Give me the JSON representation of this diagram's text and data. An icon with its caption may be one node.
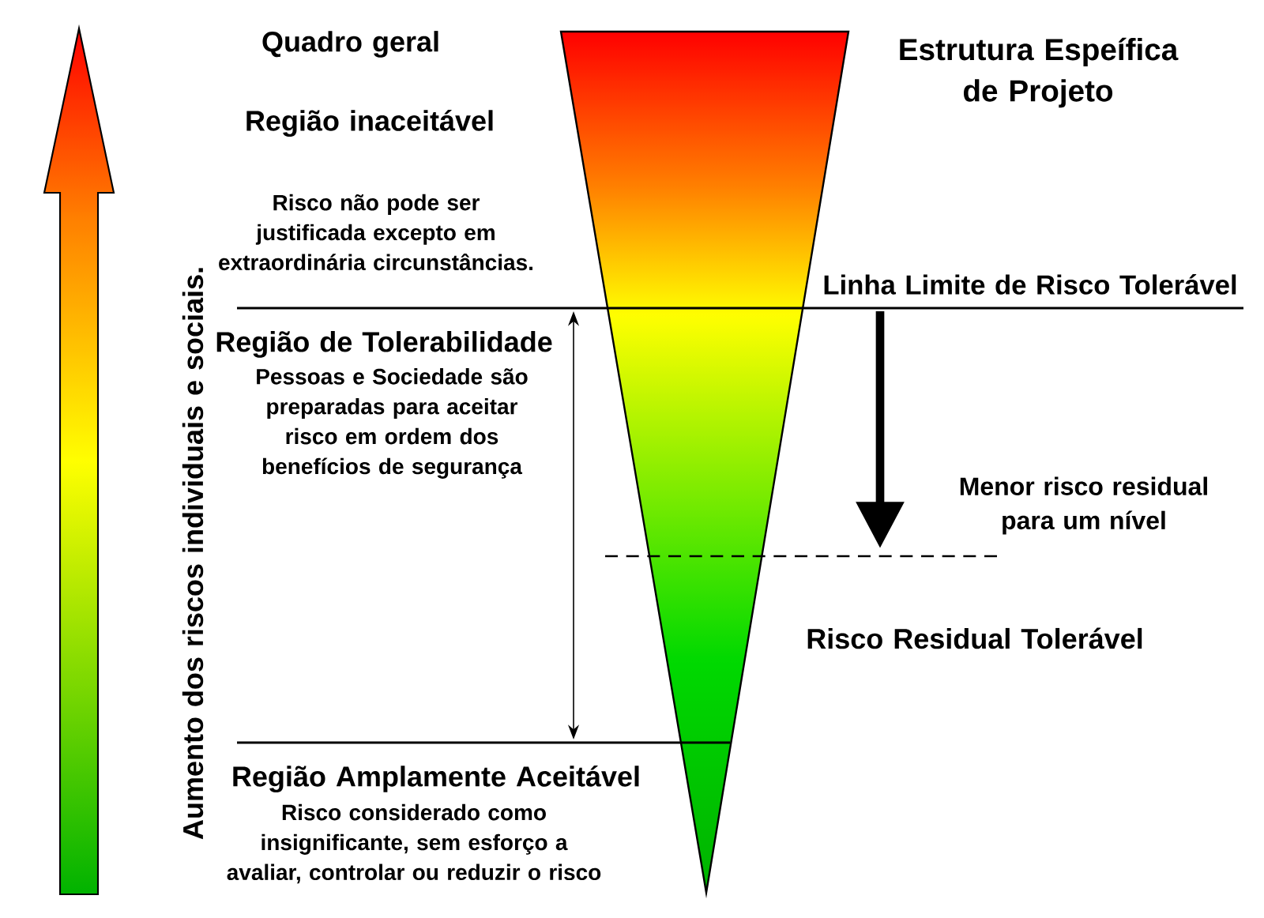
{
  "diagram": {
    "labels": [
      "Quadro geral",
      "Estrutura Espeífica de Projeto",
      "Região inaceitável",
      "Risco não pode ser justificada excepto em extraordinária circunstâncias.",
      "Linha Limite de Risco Tolerável",
      "Região de Tolerabilidade",
      "Pessoas e Sociedade são preparadas para aceitar risco em ordem dos benefícios de segurança",
      "Menor risco residual para um nível",
      "Risco Residual Tolerável",
      "Região Amplamente Aceitável",
      "Risco considerado como insignificante, sem esforço a avaliar, controlar ou reduzir o risco",
      "Aumento dos riscos individuais e sociais."
    ]
  }
}
